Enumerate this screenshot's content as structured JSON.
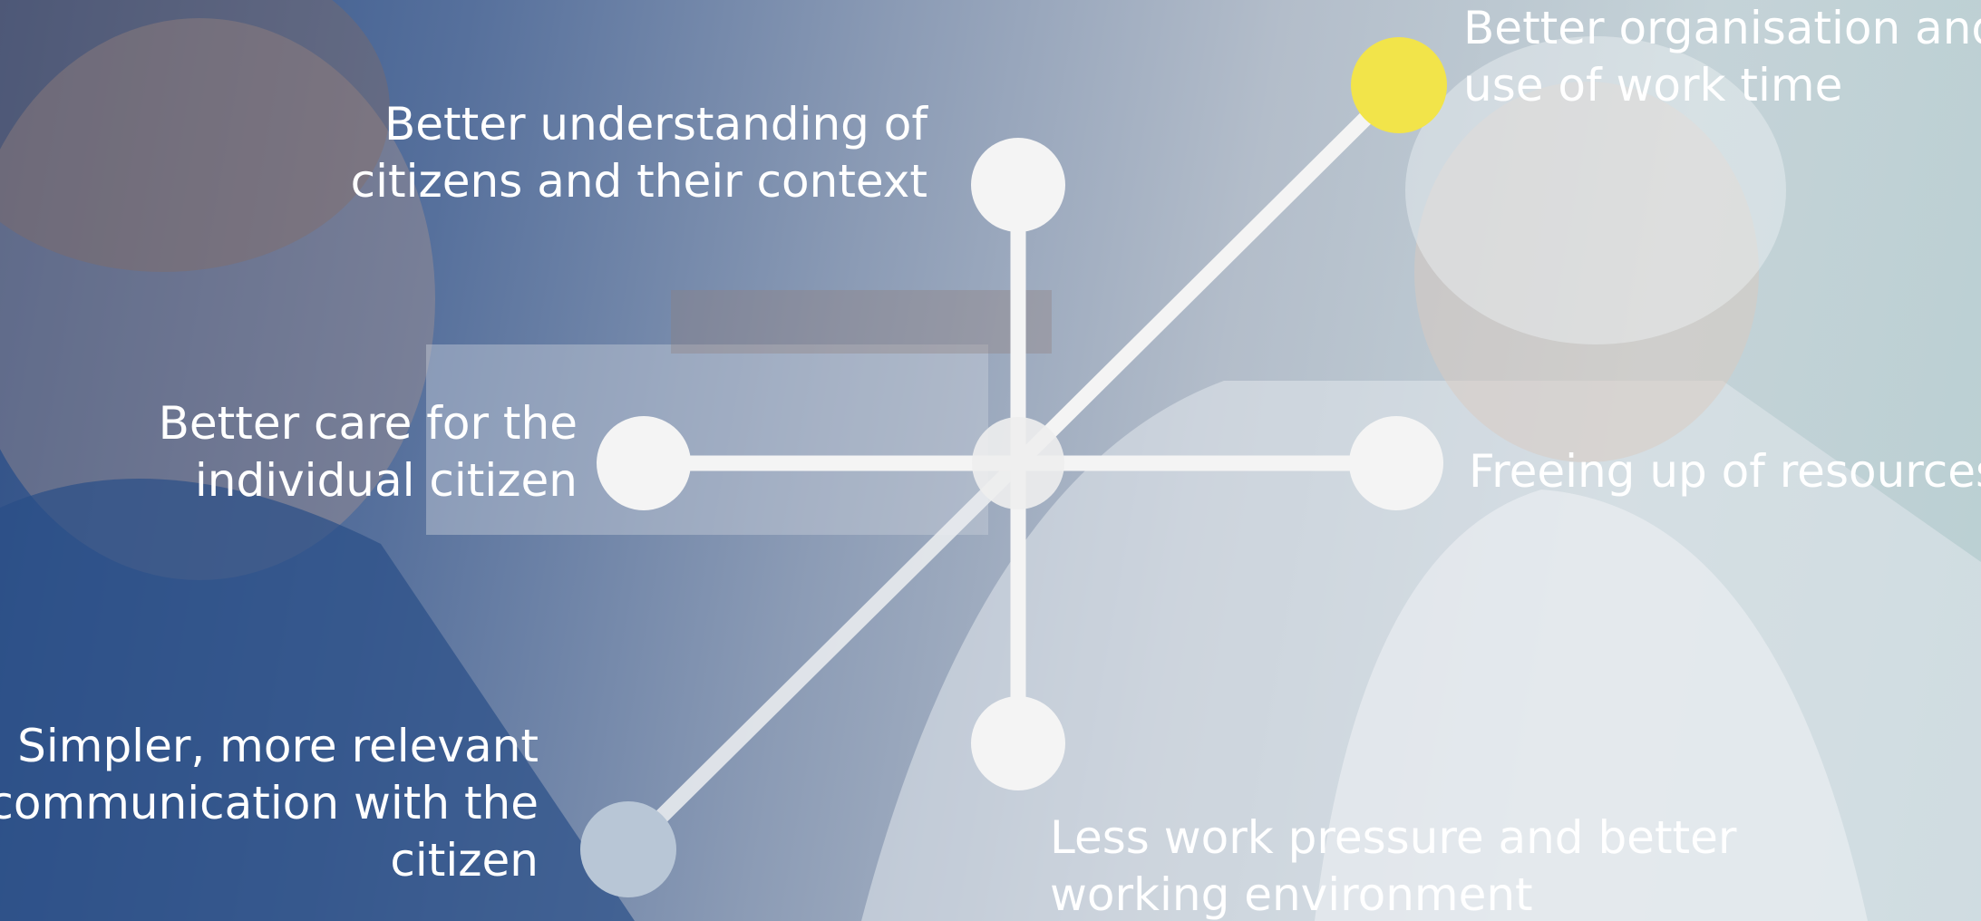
{
  "diagram": {
    "center_node": "",
    "spokes": [
      {
        "id": "top",
        "lines": [
          "Better understanding of",
          "citizens and their context"
        ],
        "node_color": "#f4f4f4"
      },
      {
        "id": "top-right",
        "lines": [
          "Better organisation and",
          "use of work time"
        ],
        "node_color": "#f2e44a"
      },
      {
        "id": "left",
        "lines": [
          "Better care for the",
          "individual citizen"
        ],
        "node_color": "#f4f4f4"
      },
      {
        "id": "right",
        "lines": [
          "Freeing up of resources"
        ],
        "node_color": "#f4f4f4"
      },
      {
        "id": "bottom",
        "lines": [
          "Less work pressure and better",
          "working environment"
        ],
        "node_color": "#f4f4f4"
      },
      {
        "id": "bottom-left",
        "lines": [
          "Simpler, more relevant",
          "communication with the",
          "citizen"
        ],
        "node_color": "#b8c6d6"
      }
    ]
  },
  "colors": {
    "connector": "#f4f4f4",
    "highlight": "#f2e44a",
    "text": "#ffffff"
  }
}
